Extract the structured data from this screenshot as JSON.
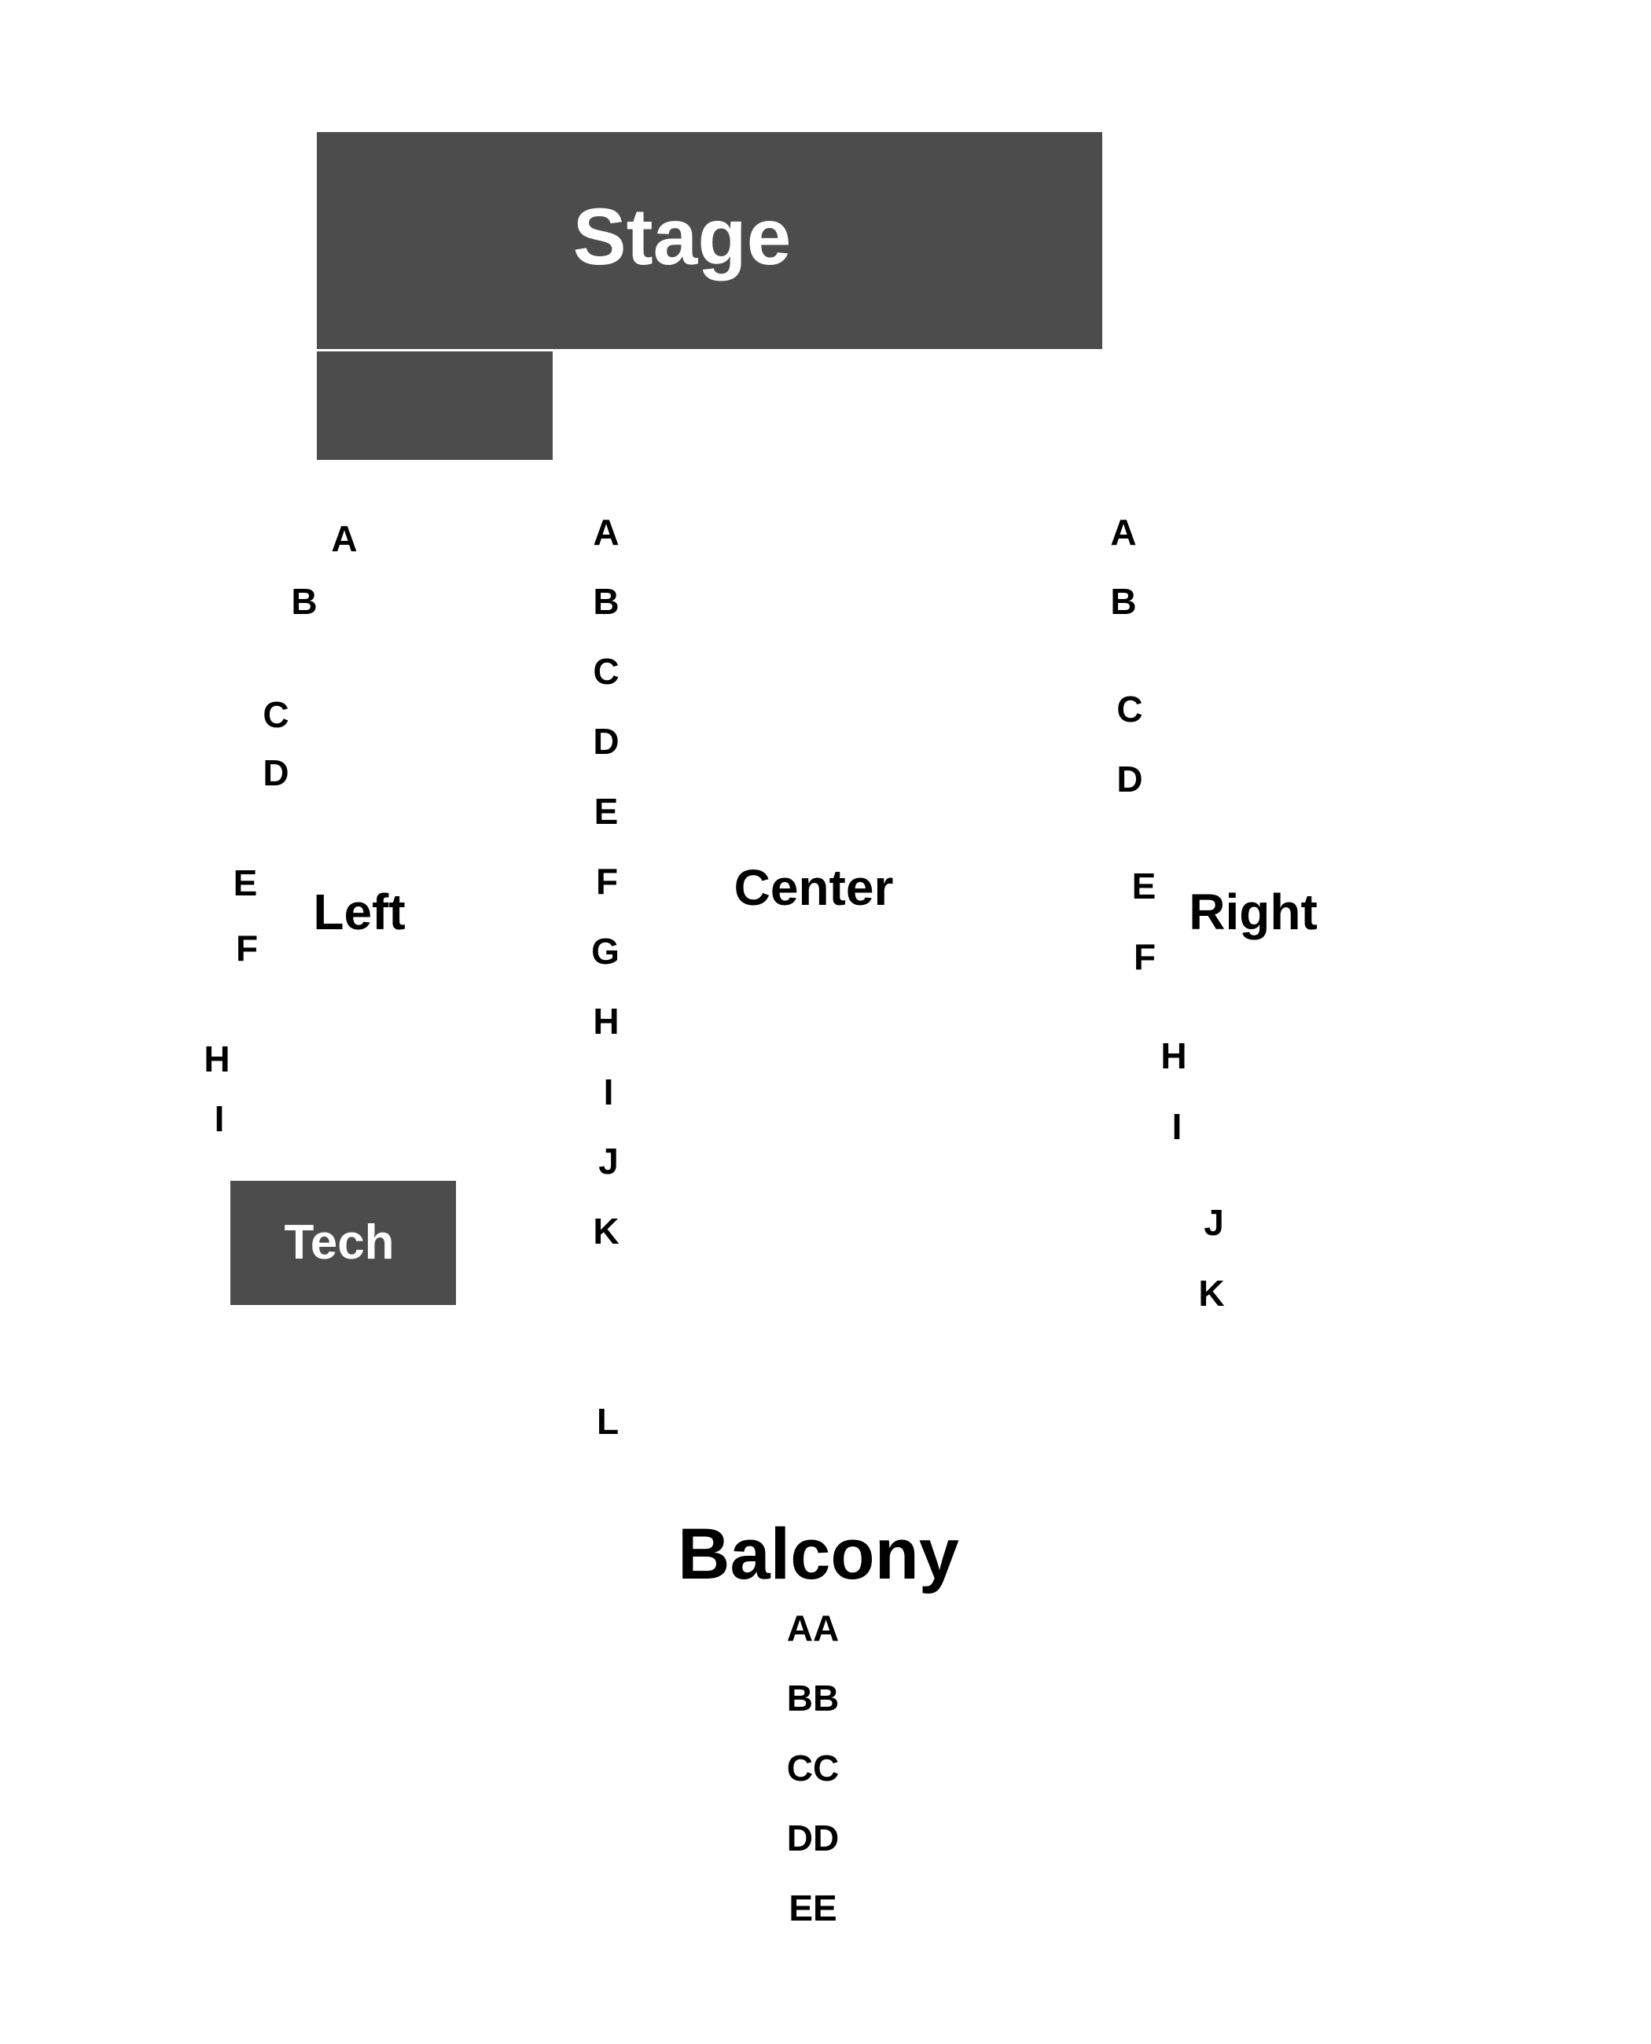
{
  "stage": {
    "label": "Stage"
  },
  "tech": {
    "label": "Tech"
  },
  "sections": {
    "left": {
      "label": "Left",
      "rows": [
        "A",
        "B",
        "C",
        "D",
        "E",
        "F",
        "H",
        "I"
      ]
    },
    "center": {
      "label": "Center",
      "rows": [
        "A",
        "B",
        "C",
        "D",
        "E",
        "F",
        "G",
        "H",
        "I",
        "J",
        "K",
        "L"
      ]
    },
    "right": {
      "label": "Right",
      "rows": [
        "A",
        "B",
        "C",
        "D",
        "E",
        "F",
        "H",
        "I",
        "J",
        "K"
      ]
    },
    "balcony": {
      "label": "Balcony",
      "rows": [
        "AA",
        "BB",
        "CC",
        "DD",
        "EE"
      ]
    }
  },
  "colors": {
    "block_fill": "#4c4c4c",
    "block_text": "#ffffff",
    "label_text": "#000000",
    "background": "#ffffff"
  }
}
